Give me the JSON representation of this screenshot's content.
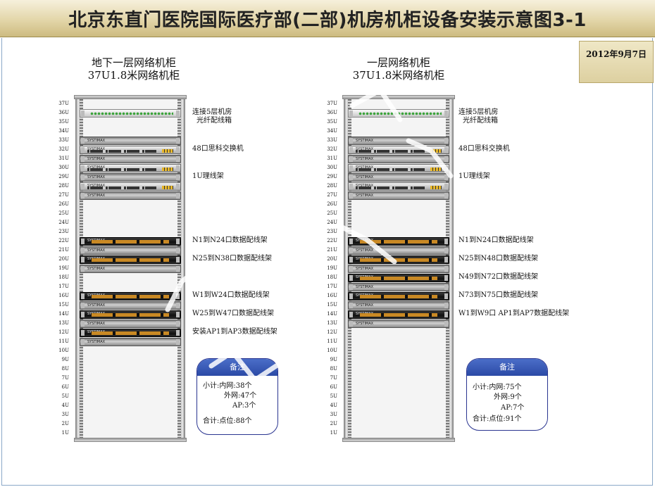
{
  "title": "北京东直门医院国际医疗部(二部)机房机柜设备安装示意图3-1",
  "date": "2012年9月7日",
  "units": [
    "37U",
    "36U",
    "35U",
    "34U",
    "33U",
    "32U",
    "31U",
    "30U",
    "29U",
    "28U",
    "27U",
    "26U",
    "25U",
    "24U",
    "23U",
    "22U",
    "21U",
    "20U",
    "19U",
    "18U",
    "17U",
    "16U",
    "15U",
    "14U",
    "13U",
    "12U",
    "11U",
    "10U",
    "9U",
    "8U",
    "7U",
    "6U",
    "5U",
    "4U",
    "3U",
    "2U",
    "1U"
  ],
  "device_brand": "SYSTIMAX",
  "icons": {
    "fiber": "fiber-distribution-box-icon",
    "switch": "cisco-switch-icon",
    "manager": "cable-manager-icon",
    "patch": "patch-panel-icon"
  },
  "racks": [
    {
      "name": "地下一层网络机柜",
      "spec": "37U1.8米网络机柜",
      "labels": [
        {
          "text": "连接5层机房\n光纤配线箱",
          "u": 36
        },
        {
          "text": "48口思科交换机",
          "u": 32
        },
        {
          "text": "1U理线架",
          "u": 29
        },
        {
          "text": "N1到N24口数据配线架",
          "u": 22
        },
        {
          "text": "N25到N38口数据配线架",
          "u": 20
        },
        {
          "text": "W1到W24口数据配线架",
          "u": 16
        },
        {
          "text": "W25到W47口数据配线架",
          "u": 14
        },
        {
          "text": "安装AP1到AP3数据配线架",
          "u": 12
        }
      ],
      "note": {
        "title": "备注",
        "subtotal_label": "小计:",
        "inner_label": "内网:",
        "inner_value": "38个",
        "outer_label": "外网:",
        "outer_value": "47个",
        "ap_label": "AP:",
        "ap_value": "3个",
        "total_label": "合计:",
        "points_label": "点位:",
        "total_value": "88个"
      }
    },
    {
      "name": "一层网络机柜",
      "spec": "37U1.8米网络机柜",
      "labels": [
        {
          "text": "连接5层机房\n光纤配线箱",
          "u": 36
        },
        {
          "text": "48口思科交换机",
          "u": 32
        },
        {
          "text": "1U理线架",
          "u": 29
        },
        {
          "text": "N1到N24口数据配线架",
          "u": 22
        },
        {
          "text": "N25到N48口数据配线架",
          "u": 20
        },
        {
          "text": "N49到N72口数据配线架",
          "u": 18
        },
        {
          "text": "N73到N75口数据配线架",
          "u": 16
        },
        {
          "text": "W1到W9口 AP1到AP7数据配线架",
          "u": 14
        }
      ],
      "note": {
        "title": "备注",
        "subtotal_label": "小计:",
        "inner_label": "内网:",
        "inner_value": "75个",
        "outer_label": "外网:",
        "outer_value": "9个",
        "ap_label": "AP:",
        "ap_value": "7个",
        "total_label": "合计:",
        "points_label": "点位:",
        "total_value": "91个"
      }
    }
  ],
  "rack_devices": [
    [
      {
        "kind": "fiber",
        "u": 36
      },
      {
        "kind": "manager",
        "u": 33
      },
      {
        "kind": "switch",
        "u": 32
      },
      {
        "kind": "manager",
        "u": 31
      },
      {
        "kind": "switch",
        "u": 30
      },
      {
        "kind": "manager",
        "u": 29
      },
      {
        "kind": "switch",
        "u": 28
      },
      {
        "kind": "manager",
        "u": 27
      },
      {
        "kind": "patch",
        "u": 22
      },
      {
        "kind": "manager",
        "u": 21
      },
      {
        "kind": "patch",
        "u": 20
      },
      {
        "kind": "manager",
        "u": 19
      },
      {
        "kind": "patch",
        "u": 16
      },
      {
        "kind": "manager",
        "u": 15
      },
      {
        "kind": "patch",
        "u": 14
      },
      {
        "kind": "manager",
        "u": 13
      },
      {
        "kind": "patch",
        "u": 12
      },
      {
        "kind": "manager",
        "u": 11
      }
    ],
    [
      {
        "kind": "fiber",
        "u": 36
      },
      {
        "kind": "manager",
        "u": 33
      },
      {
        "kind": "switch",
        "u": 32
      },
      {
        "kind": "manager",
        "u": 31
      },
      {
        "kind": "switch",
        "u": 30
      },
      {
        "kind": "manager",
        "u": 29
      },
      {
        "kind": "switch",
        "u": 28
      },
      {
        "kind": "manager",
        "u": 27
      },
      {
        "kind": "patch",
        "u": 22
      },
      {
        "kind": "manager",
        "u": 21
      },
      {
        "kind": "patch",
        "u": 20
      },
      {
        "kind": "manager",
        "u": 19
      },
      {
        "kind": "patch",
        "u": 18
      },
      {
        "kind": "manager",
        "u": 17
      },
      {
        "kind": "patch",
        "u": 16
      },
      {
        "kind": "manager",
        "u": 15
      },
      {
        "kind": "patch",
        "u": 14
      },
      {
        "kind": "manager",
        "u": 13
      }
    ]
  ]
}
